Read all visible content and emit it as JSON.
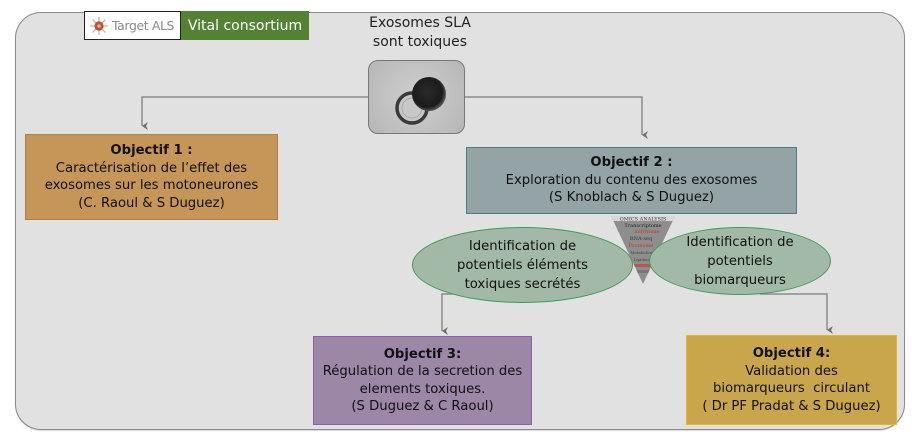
{
  "header": {
    "logo_text": "Target ALS",
    "consortium_label": "Vital consortium",
    "title_line1": "Exosomes SLA",
    "title_line2": "sont toxiques"
  },
  "image": {
    "description": "exosome-micrograph",
    "omics_label": "OMICS ANALYSIS",
    "omics_words": [
      "Transcriptome",
      "RNA-seq",
      "miRNome",
      "Proteome",
      "Metabolome",
      "Lipidome"
    ]
  },
  "objectives": [
    {
      "title": "Objectif 1 :",
      "lines": [
        "Caractérisation de l’effet des",
        "exosomes sur les motoneurones"
      ],
      "authors": "(C. Raoul & S Duguez)",
      "color": "#c59658"
    },
    {
      "title": "Objectif 2 :",
      "lines": [
        "Exploration du contenu des exosomes"
      ],
      "authors": "(S Knoblach & S Duguez)",
      "color": "#94a3a6"
    },
    {
      "title": "Objectif 3:",
      "lines": [
        "Régulation de la secretion des",
        "elements toxiques."
      ],
      "authors": "(S Duguez & C Raoul)",
      "color": "#9c87a6"
    },
    {
      "title": "Objectif 4:",
      "lines": [
        "Validation des",
        "biomarqueurs  circulant"
      ],
      "authors": "( Dr PF Pradat & S Duguez)",
      "color": "#c9a64b"
    }
  ],
  "identifications": [
    {
      "lines": [
        "Identification de",
        "potentiels éléments",
        "toxiques secrétés"
      ]
    },
    {
      "lines": [
        "Identification de",
        "potentiels",
        "biomarqueurs"
      ]
    }
  ],
  "colors": {
    "panel_bg": "#e1e1e1",
    "consortium_green": "#548235",
    "ellipse_fill": "#a3b9a7",
    "ellipse_border": "#3f9a5a",
    "connector": "#7f7f7f"
  }
}
